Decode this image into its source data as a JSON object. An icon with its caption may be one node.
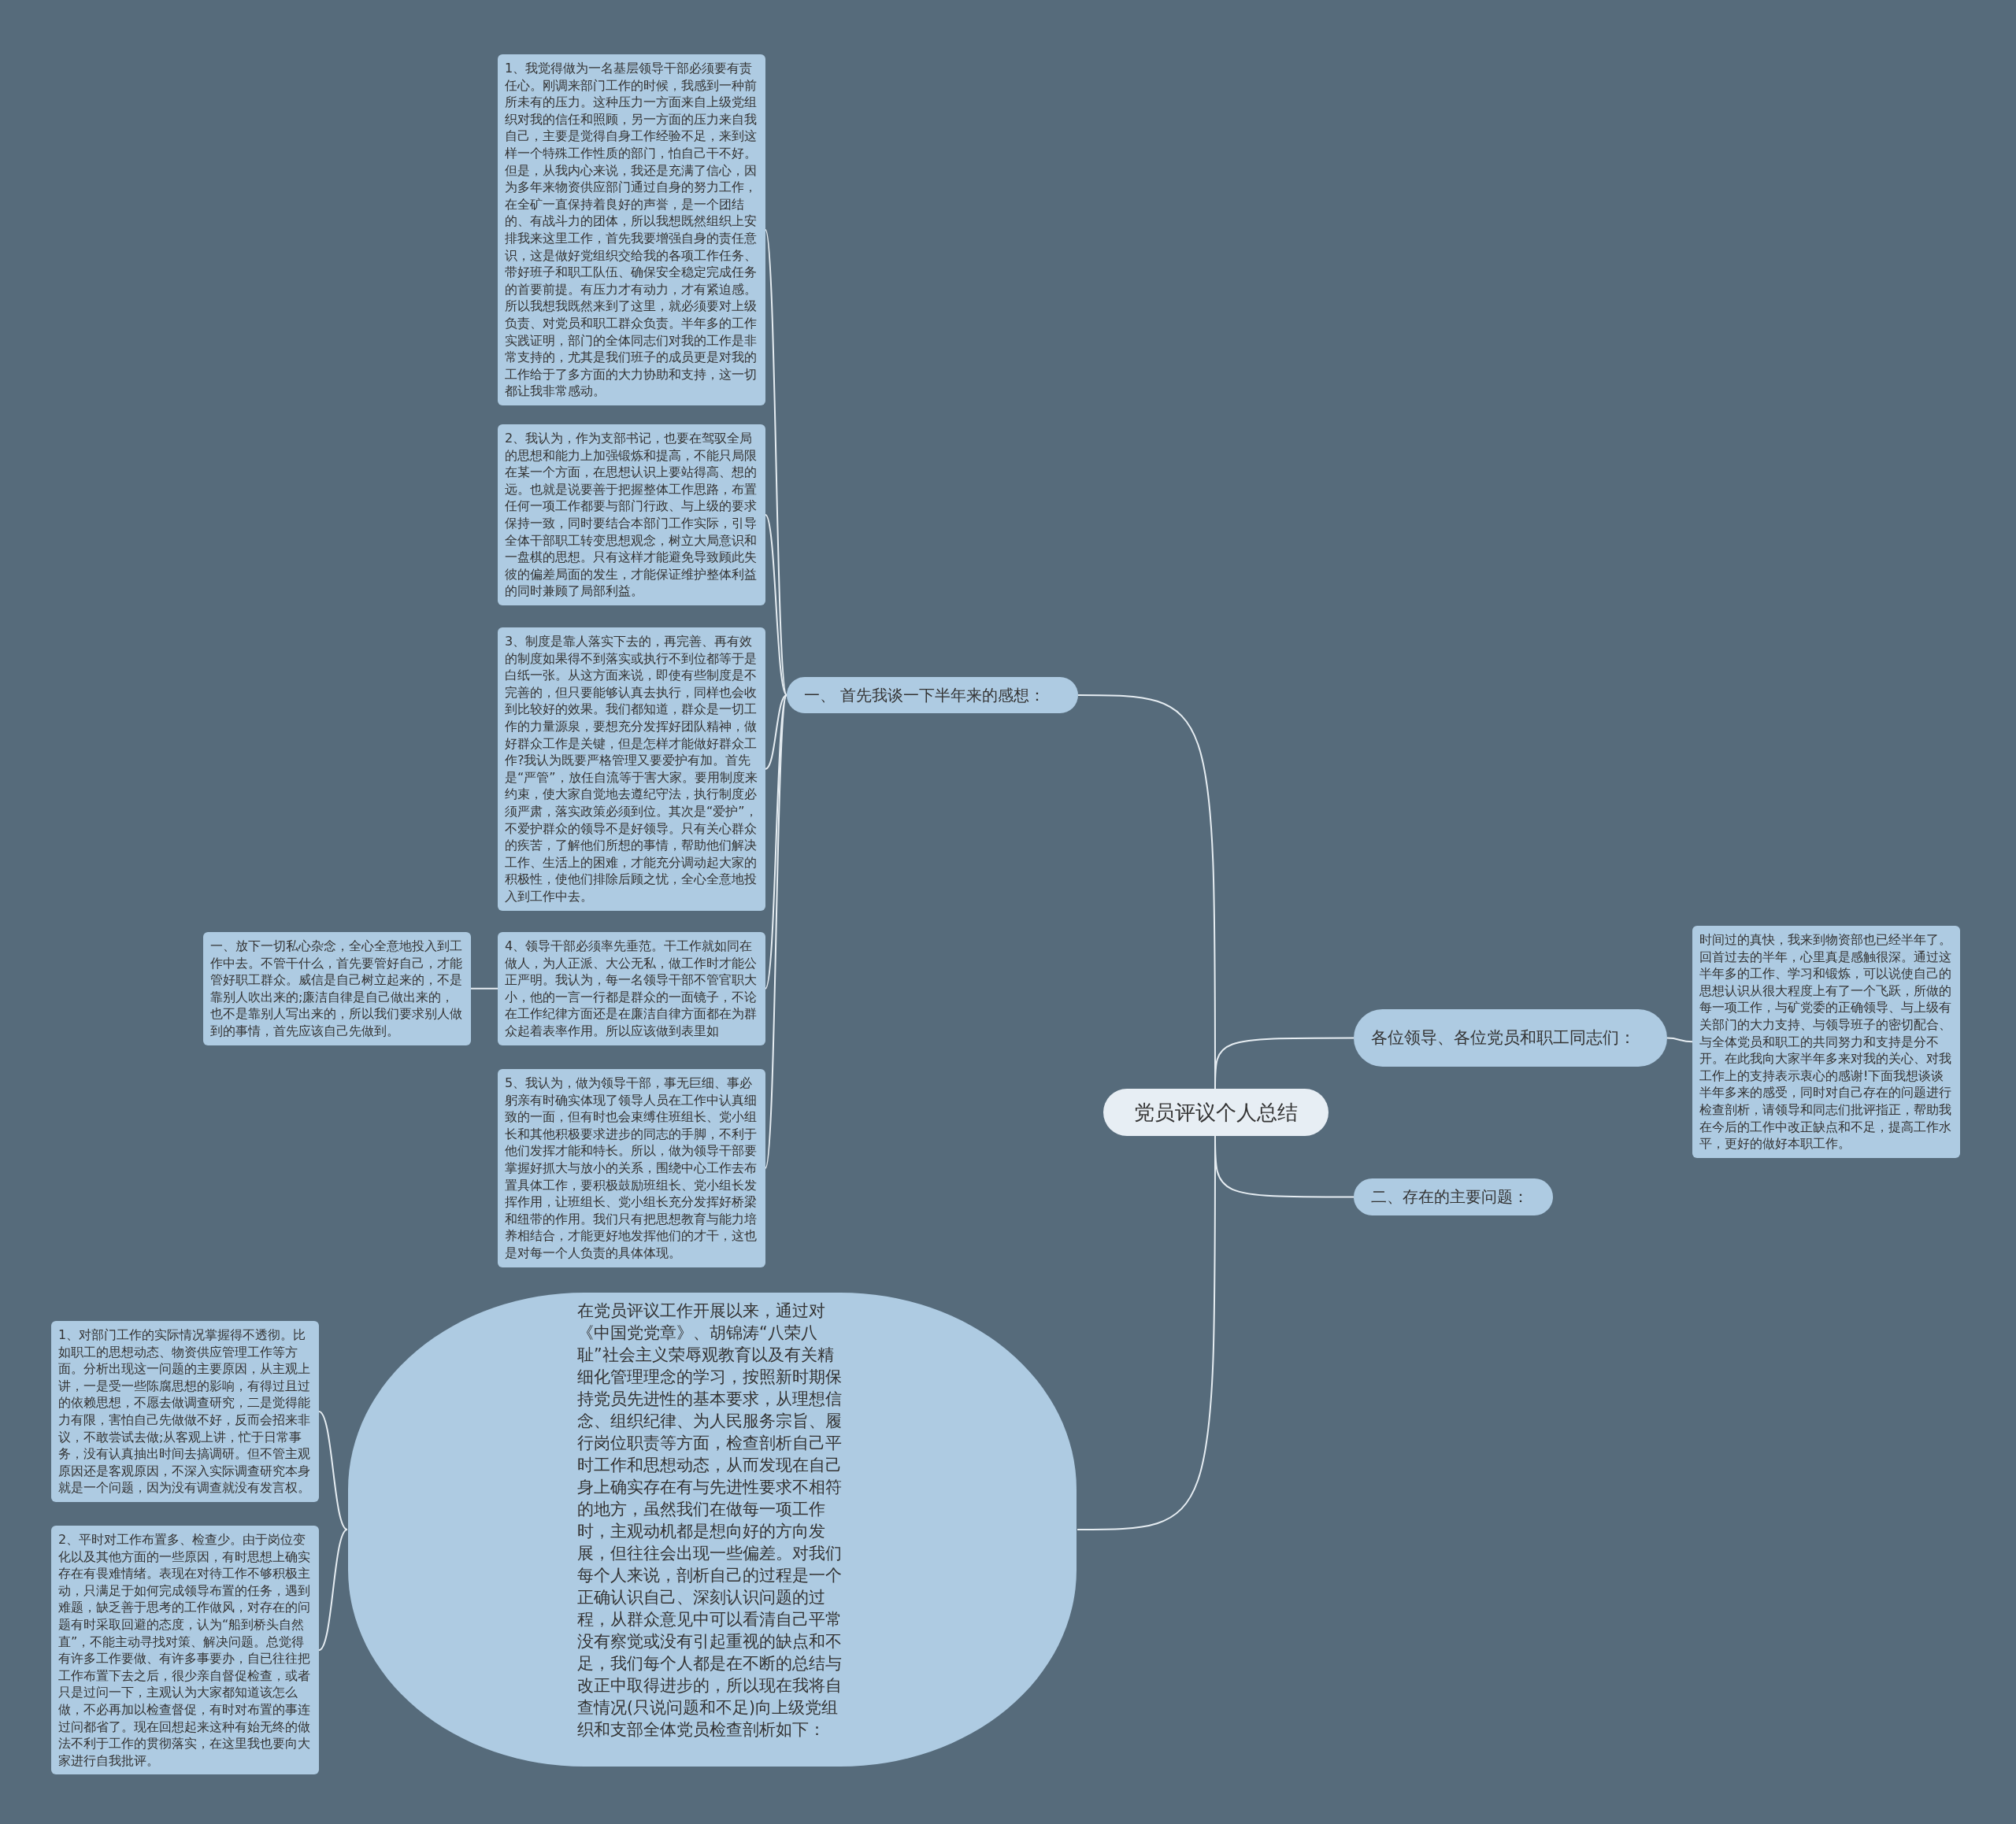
{
  "diagram": {
    "nodes": [
      {
        "text": [
          "党员评议个人总结"
        ]
      },
      {
        "text": [
          "一、 首先我谈一下半年来的感想："
        ]
      },
      {
        "text": [
          "1、我觉得做为一名基层领导干部必须要有责任心。刚调来部门工作的时候，我感到一种前所未有的压力。这种压力一方面来自上级党组织对我的信任和照顾，另一方面的压力来自我自己，主要是觉得自身工作经验不足，来到这样一个特殊工作性质的部门，怕自己干不好。但是，从我内心来说，我还是充满了信心，因为多年来物资供应部门通过自身的努力工作，在全矿一直保持着良好的声誉，是一个团结的、有战斗力的团体，所以我想既然组织上安排我来这里工作，首先我要增强自身的责任意识，这是做好党组织交给我的各项工作任务、带好班子和职工队伍、确保安全稳定完成任务的首要前提。有压力才有动力，才有紧迫感。所以我想我既然来到了这里，就必须要对上级负责、对党员和职工群众负责。半年多的工作实践证明，部门的全体同志们对我的工作是非常支持的，尤其是我们班子的成员更是对我的工作给于了多方面的大力协助和支持，这一切都让我非常感动。"
        ]
      },
      {
        "text": [
          "2、我认为，作为支部书记，也要在驾驭全局的思想和能力上加强锻炼和提高，不能只局限在某一个方面，在思想认识上要站得高、想的远。也就是说要善于把握整体工作思路，布置任何一项工作都要与部门行政、与上级的要求保持一致，同时要结合本部门工作实际，引导全体干部职工转变思想观念，树立大局意识和一盘棋的思想。只有这样才能避免导致顾此失彼的偏差局面的发生，才能保证维护整体利益的同时兼顾了局部利益。"
        ]
      },
      {
        "text": [
          "3、制度是靠人落实下去的，再完善、再有效的制度如果得不到落实或执行不到位都等于是白纸一张。从这方面来说，即使有些制度是不完善的，但只要能够认真去执行，同样也会收到比较好的效果。我们都知道，群众是一切工作的力量源泉，要想充分发挥好团队精神，做好群众工作是关键，但是怎样才能做好群众工作?我认为既要严格管理又要爱护有加。首先是“严管”，放任自流等于害大家。要用制度来约束，使大家自觉地去遵纪守法，执行制度必须严肃，落实政策必须到位。其次是“爱护”，不爱护群众的领导不是好领导。只有关心群众的疾苦，了解他们所想的事情，帮助他们解决工作、生活上的困难，才能充分调动起大家的积极性，使他们排除后顾之忧，全心全意地投入到工作中去。"
        ]
      },
      {
        "text": [
          "4、领导干部必须率先垂范。干工作就如同在做人，为人正派、大公无私，做工作时才能公正严明。我认为，每一名领导干部不管官职大小，他的一言一行都是群众的一面镜子，不论在工作纪律方面还是在廉洁自律方面都在为群众起着表率作用。所以应该做到表里如"
        ]
      },
      {
        "text": [
          "一、放下一切私心杂念，全心全意地投入到工作中去。不管干什么，首先要管好自己，才能管好职工群众。威信是自己树立起来的，不是靠别人吹出来的;廉洁自律是自己做出来的，也不是靠别人写出来的，所以我们要求别人做到的事情，首先应该自己先做到。"
        ]
      },
      {
        "text": [
          "5、我认为，做为领导干部，事无巨细、事必躬亲有时确实体现了领导人员在工作中认真细致的一面，但有时也会束缚住班组长、党小组长和其他积极要求进步的同志的手脚，不利于他们发挥才能和特长。所以，做为领导干部要掌握好抓大与放小的关系，围绕中心工作去布置具体工作，要积极鼓励班组长、党小组长发挥作用，让班组长、党小组长充分发挥好桥梁和纽带的作用。我们只有把思想教育与能力培养相结合，才能更好地发挥他们的才干，这也是对每一个人负责的具体体现。"
        ]
      },
      {
        "text": [
          "各位领导、各位党员和职工同志们："
        ]
      },
      {
        "text": [
          "时间过的真快，我来到物资部也已经半年了。回首过去的半年，心里真是感触很深。通过这半年多的工作、学习和锻炼，可以说使自己的思想认识从很大程度上有了一个飞跃，所做的每一项工作，与矿党委的正确领导、与上级有关部门的大力支持、与领导班子的密切配合、与全体党员和职工的共同努力和支持是分不开。在此我向大家半年多来对我的关心、对我工作上的支持表示衷心的感谢!下面我想谈谈半年多来的感受，同时对自己存在的问题进行检查剖析，请领导和同志们批评指正，帮助我在今后的工作中改正缺点和不足，提高工作水平，更好的做好本职工作。"
        ]
      },
      {
        "text": [
          "二、存在的主要问题："
        ]
      },
      {
        "text": [
          "在党员评议工作开展以来，通过对《中国党党章》、胡锦涛“八荣八耻”社会主义荣辱观教育以及有关精细化管理理念的学习，按照新时期保持党员先进性的基本要求，从理想信念、组织纪律、为人民服务宗旨、履行岗位职责等方面，检查剖析自己平时工作和思想动态，从而发现在自己身上确实存在有与先进性要求不相符的地方，虽然我们在做每一项工作时，主观动机都是想向好的方向发展，但往往会出现一些偏差。对我们每个人来说，剖析自己的过程是一个正确认识自己、深刻认识问题的过程，从群众意见中可以看清自己平常没有察觉或没有引起重视的缺点和不足，我们每个人都是在不断的总结与改正中取得进步的，所以现在我将自查情况(只说问题和不足)向上级党组织和支部全体党员检查剖析如下："
        ]
      },
      {
        "text": [
          "1、对部门工作的实际情况掌握得不透彻。比如职工的思想动态、物资供应管理工作等方面。分析出现这一问题的主要原因，从主观上讲，一是受一些陈腐思想的影响，有得过且过的依赖思想，不愿去做调查研究，二是觉得能力有限，害怕自己先做做不好，反而会招来非议，不敢尝试去做;从客观上讲，忙于日常事务，没有认真抽出时间去搞调研。但不管主观原因还是客观原因，不深入实际调查研究本身就是一个问题，因为没有调查就没有发言权。"
        ]
      },
      {
        "text": [
          "2、平时对工作布置多、检查少。由于岗位变化以及其他方面的一些原因，有时思想上确实存在有畏难情绪。表现在对待工作不够积极主动，只满足于如何完成领导布置的任务，遇到难题，缺乏善于思考的工作做风，对存在的问题有时采取回避的态度，认为“船到桥头自然直”，不能主动寻找对策、解决问题。总觉得有许多工作要做、有许多事要办，自已往往把工作布置下去之后，很少亲自督促检查，或者只是过问一下，主观认为大家都知道该怎么做，不必再加以检查督促，有时对布置的事连过问都省了。现在回想起来这种有始无终的做法不利于工作的贯彻落实，在这里我也要向大家进行自我批评。"
        ]
      }
    ],
    "edges": [
      {
        "from": 0,
        "to": 1,
        "arrow": "none"
      },
      {
        "from": 1,
        "to": 2,
        "arrow": "none"
      },
      {
        "from": 1,
        "to": 3,
        "arrow": "none"
      },
      {
        "from": 1,
        "to": 4,
        "arrow": "none"
      },
      {
        "from": 1,
        "to": 5,
        "arrow": "none"
      },
      {
        "from": 5,
        "to": 6,
        "arrow": "none"
      },
      {
        "from": 1,
        "to": 7,
        "arrow": "none"
      },
      {
        "from": 0,
        "to": 8,
        "arrow": "none"
      },
      {
        "from": 8,
        "to": 9,
        "arrow": "none"
      },
      {
        "from": 0,
        "to": 10,
        "arrow": "none"
      },
      {
        "from": 0,
        "to": 11,
        "arrow": "none"
      },
      {
        "from": 11,
        "to": 12,
        "arrow": "none"
      },
      {
        "from": 11,
        "to": 13,
        "arrow": "none"
      }
    ]
  }
}
